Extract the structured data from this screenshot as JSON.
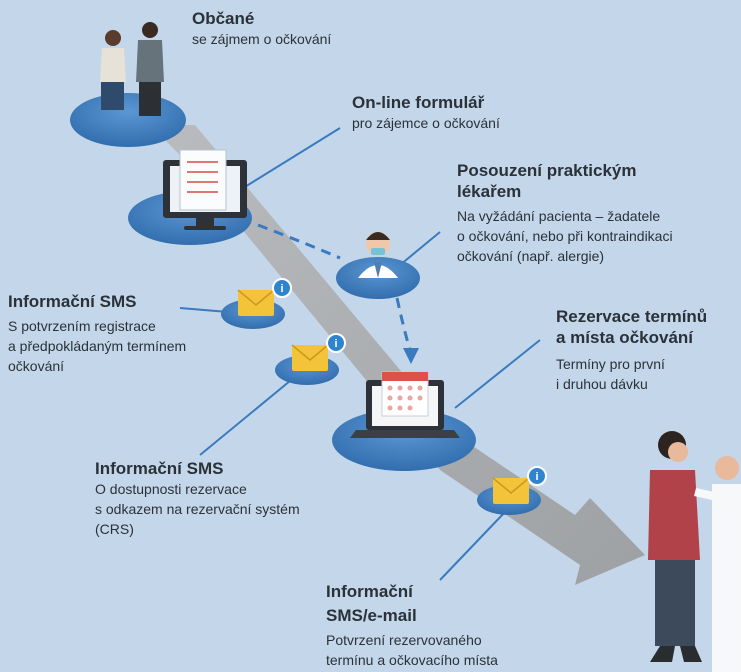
{
  "steps": {
    "citizens": {
      "title": "Občané",
      "desc": "se zájmem o očkování"
    },
    "online_form": {
      "title": "On-line formulář",
      "desc": "pro zájemce o očkování"
    },
    "gp_assessment": {
      "title": "Posouzení praktickým\nlékařem",
      "desc": "Na vyžádání pacienta – žadatele\no očkování, nebo při kontraindikaci\nočkování (např. alergie)"
    },
    "sms_registration": {
      "title": "Informační SMS",
      "desc": "S potvrzením registrace\na předpokládaným termínem\nočkování"
    },
    "reservation": {
      "title": "Rezervace termínů\na místa očkování",
      "desc": "Termíny pro první\ni druhou dávku"
    },
    "sms_availability": {
      "title": "Informační SMS",
      "desc": "O dostupnosti rezervace\ns odkazem na rezervační systém\n(CRS)"
    },
    "sms_email": {
      "title": "Informační\nSMS/e-mail",
      "desc": "Potvrzení rezervovaného\ntermínu a očkovacího místa"
    }
  },
  "colors": {
    "background": "#c4d7ea",
    "platform": "#3f7ec0",
    "arrow": "#a6a9ac",
    "connector": "#3a7ac0",
    "envelope": "#f3c33a",
    "info_badge": "#2f84d0"
  },
  "icons": [
    "citizens-figures",
    "online-form-monitor",
    "doctor-avatar",
    "envelope-icon",
    "info-icon",
    "calendar-laptop",
    "vaccination-scene"
  ]
}
